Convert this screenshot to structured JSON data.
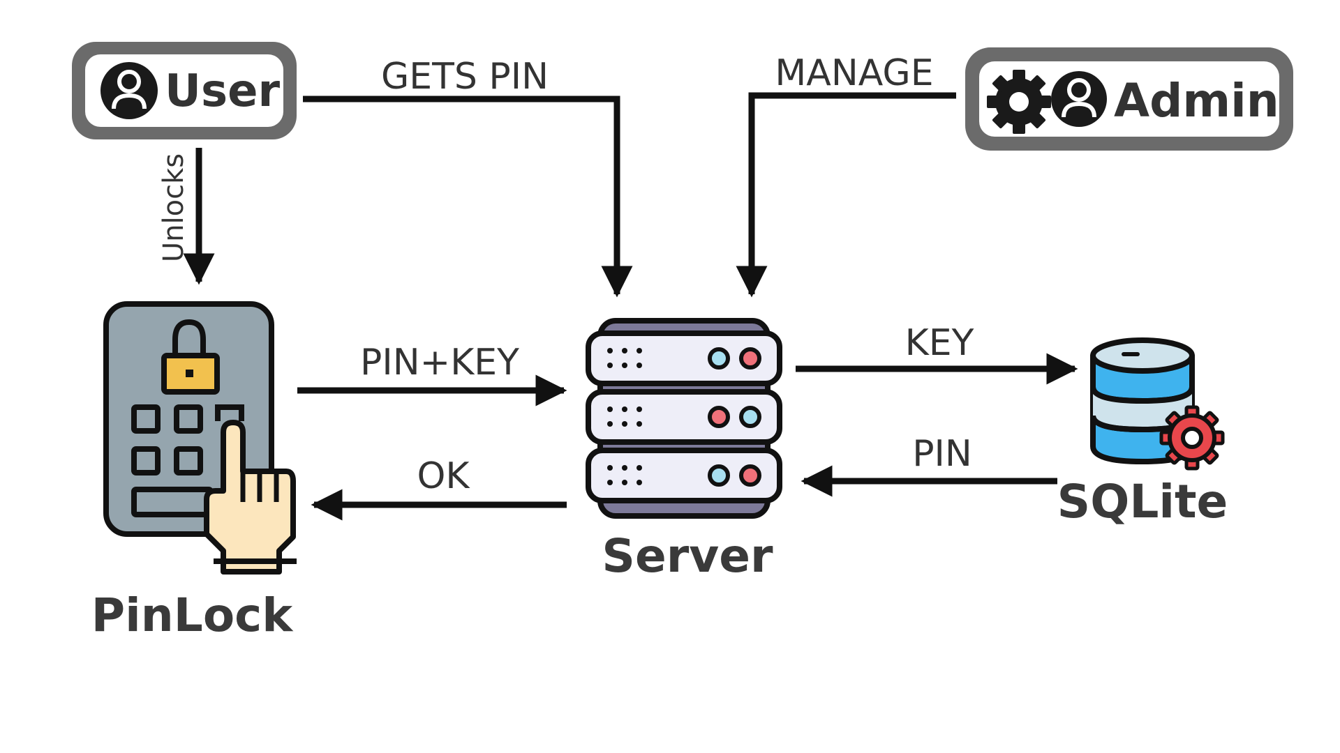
{
  "actors": {
    "user": {
      "label": "User",
      "icon": "user-icon"
    },
    "admin": {
      "label": "Admin",
      "icons": [
        "gear-icon",
        "user-icon"
      ]
    }
  },
  "nodes": {
    "pinlock": {
      "label": "PinLock",
      "icon": "keypad-lock-icon"
    },
    "server": {
      "label": "Server",
      "icon": "server-rack-icon"
    },
    "sqlite": {
      "label": "SQLite",
      "icon": "database-gear-icon"
    }
  },
  "edges": {
    "unlocks": "Unlocks",
    "gets_pin": "GETS PIN",
    "manage": "MANAGE",
    "pin_key": "PIN+KEY",
    "ok": "OK",
    "key": "KEY",
    "pin": "PIN"
  },
  "colors": {
    "frame": "#6b6b6b",
    "stroke": "#111111",
    "lock_panel": "#95a5ae",
    "lock_padlock": "#f2c14e",
    "hand": "#fce6bd",
    "server_body": "#eeeef8",
    "server_shelf": "#7d7a99",
    "db_blue": "#3fb3ee",
    "db_light": "#cfe3ec",
    "gear_red": "#e8474c",
    "led_red": "#f0717a",
    "led_blue": "#a8dff0"
  }
}
